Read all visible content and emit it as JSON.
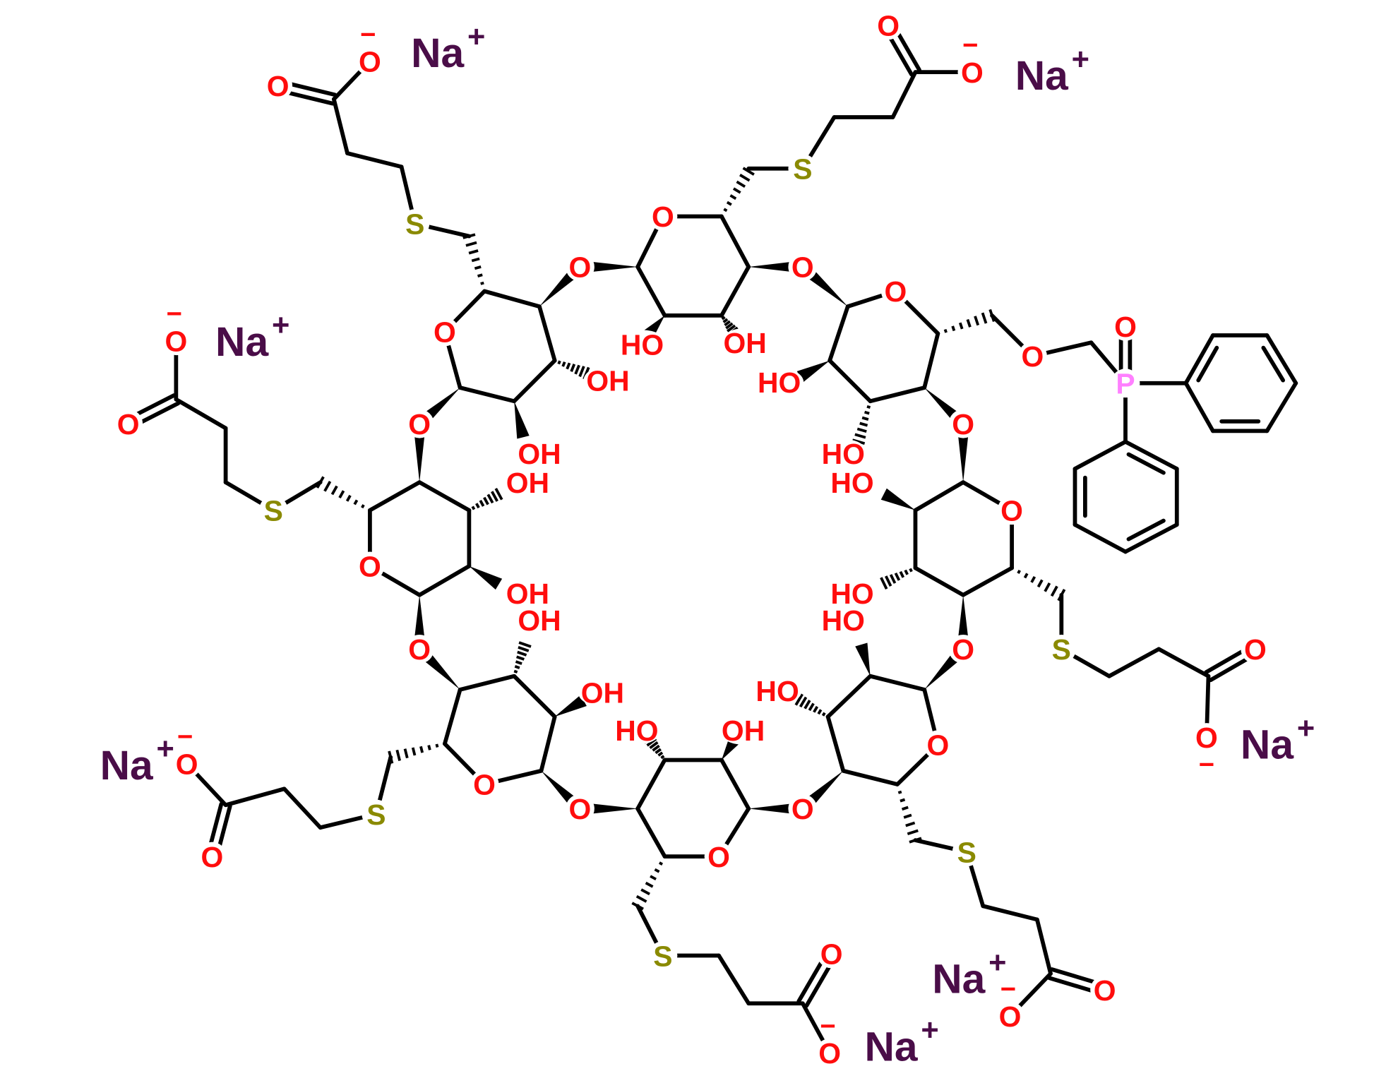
{
  "title": "Sodium 3-mercaptopropionate cyclodextrin with diphenylphosphoryl methoxy substituent",
  "colors": {
    "O": "#ff0d0d",
    "S": "#8a8a00",
    "Na": "#4a0d48",
    "P": "#ff80ff",
    "bond": "#000000"
  },
  "atoms": [
    {
      "id": "na1",
      "label": "Na",
      "charge": "+",
      "kind": "Na"
    },
    {
      "id": "na2",
      "label": "Na",
      "charge": "+",
      "kind": "Na"
    },
    {
      "id": "na3",
      "label": "Na",
      "charge": "+",
      "kind": "Na"
    },
    {
      "id": "na4",
      "label": "Na",
      "charge": "+",
      "kind": "Na"
    },
    {
      "id": "na5",
      "label": "Na",
      "charge": "+",
      "kind": "Na"
    },
    {
      "id": "na6",
      "label": "Na",
      "charge": "+",
      "kind": "Na"
    },
    {
      "id": "na7",
      "label": "Na",
      "charge": "+",
      "kind": "Na"
    },
    {
      "id": "om1",
      "label": "O",
      "charge": "−",
      "kind": "O"
    },
    {
      "id": "om2",
      "label": "O",
      "charge": "−",
      "kind": "O"
    },
    {
      "id": "om3",
      "label": "O",
      "charge": "−",
      "kind": "O"
    },
    {
      "id": "om4",
      "label": "O",
      "charge": "−",
      "kind": "O"
    },
    {
      "id": "om5",
      "label": "O",
      "charge": "−",
      "kind": "O"
    },
    {
      "id": "om6",
      "label": "O",
      "charge": "−",
      "kind": "O"
    },
    {
      "id": "om7",
      "label": "O",
      "charge": "−",
      "kind": "O"
    },
    {
      "id": "oc1",
      "label": "O",
      "kind": "O"
    },
    {
      "id": "oc2",
      "label": "O",
      "kind": "O"
    },
    {
      "id": "oc3",
      "label": "O",
      "kind": "O"
    },
    {
      "id": "oc4",
      "label": "O",
      "kind": "O"
    },
    {
      "id": "oc5",
      "label": "O",
      "kind": "O"
    },
    {
      "id": "oc6",
      "label": "O",
      "kind": "O"
    },
    {
      "id": "oc7",
      "label": "O",
      "kind": "O"
    },
    {
      "id": "s1",
      "label": "S",
      "kind": "S"
    },
    {
      "id": "s2",
      "label": "S",
      "kind": "S"
    },
    {
      "id": "s3",
      "label": "S",
      "kind": "S"
    },
    {
      "id": "s4",
      "label": "S",
      "kind": "S"
    },
    {
      "id": "s5",
      "label": "S",
      "kind": "S"
    },
    {
      "id": "s6",
      "label": "S",
      "kind": "S"
    },
    {
      "id": "s7",
      "label": "S",
      "kind": "S"
    },
    {
      "id": "or1",
      "label": "O",
      "kind": "O"
    },
    {
      "id": "or2",
      "label": "O",
      "kind": "O"
    },
    {
      "id": "or3",
      "label": "O",
      "kind": "O"
    },
    {
      "id": "or4",
      "label": "O",
      "kind": "O"
    },
    {
      "id": "or5",
      "label": "O",
      "kind": "O"
    },
    {
      "id": "or6",
      "label": "O",
      "kind": "O"
    },
    {
      "id": "or7",
      "label": "O",
      "kind": "O"
    },
    {
      "id": "or8",
      "label": "O",
      "kind": "O"
    },
    {
      "id": "og1",
      "label": "O",
      "kind": "O"
    },
    {
      "id": "og2",
      "label": "O",
      "kind": "O"
    },
    {
      "id": "og3",
      "label": "O",
      "kind": "O"
    },
    {
      "id": "og4",
      "label": "O",
      "kind": "O"
    },
    {
      "id": "og5",
      "label": "O",
      "kind": "O"
    },
    {
      "id": "og6",
      "label": "O",
      "kind": "O"
    },
    {
      "id": "og7",
      "label": "O",
      "kind": "O"
    },
    {
      "id": "og8",
      "label": "O",
      "kind": "O"
    },
    {
      "id": "oh1",
      "label": "HO",
      "kind": "O"
    },
    {
      "id": "oh2",
      "label": "OH",
      "kind": "O"
    },
    {
      "id": "oh3",
      "label": "OH",
      "kind": "O"
    },
    {
      "id": "oh4",
      "label": "HO",
      "kind": "O"
    },
    {
      "id": "oh5",
      "label": "OH",
      "kind": "O"
    },
    {
      "id": "oh6",
      "label": "OH",
      "kind": "O"
    },
    {
      "id": "oh7",
      "label": "OH",
      "kind": "O"
    },
    {
      "id": "oh8",
      "label": "OH",
      "kind": "O"
    },
    {
      "id": "oh9",
      "label": "OH",
      "kind": "O"
    },
    {
      "id": "oh10",
      "label": "HO",
      "kind": "O"
    },
    {
      "id": "oh11",
      "label": "HO",
      "kind": "O"
    },
    {
      "id": "oh12",
      "label": "OH",
      "kind": "O"
    },
    {
      "id": "oh13",
      "label": "HO",
      "kind": "O"
    },
    {
      "id": "oh14",
      "label": "HO",
      "kind": "O"
    },
    {
      "id": "oh15",
      "label": "HO",
      "kind": "O"
    },
    {
      "id": "oh16",
      "label": "HO",
      "kind": "O"
    },
    {
      "id": "oe",
      "label": "O",
      "kind": "O"
    },
    {
      "id": "p",
      "label": "P",
      "kind": "P"
    },
    {
      "id": "op",
      "label": "O",
      "kind": "O"
    }
  ]
}
